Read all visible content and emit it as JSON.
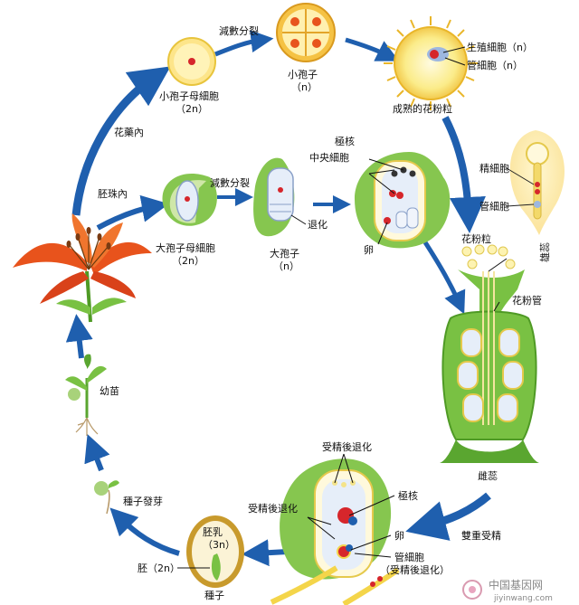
{
  "labels": {
    "meiosis_top": "減數分裂",
    "microspore_mother": "小孢子母細胞",
    "microspore_mother_ploidy": "（2n）",
    "microspore": "小孢子",
    "microspore_ploidy": "（n）",
    "generative_cell": "生殖細胞（n）",
    "tube_cell_top": "管細胞（n）",
    "mature_pollen": "成熟的花粉粒",
    "in_anther": "花藥內",
    "in_ovule": "胚珠內",
    "meiosis_mid": "減數分裂",
    "megaspore_mother": "大孢子母細胞",
    "megaspore_mother_ploidy": "（2n）",
    "megaspore": "大孢子",
    "megaspore_ploidy": "（n）",
    "degenerate_mid": "退化",
    "polar_nuclei_top": "極核",
    "central_cell": "中央細胞",
    "egg_mid": "卵",
    "sperm_cell": "精細胞",
    "tube_cell_right": "管細胞",
    "pollen_grain": "花粉粒",
    "stamen": "雄蕊",
    "pollen_tube": "花粉管",
    "pistil": "雌蕊",
    "seedling": "幼苗",
    "seed_germination": "種子發芽",
    "double_fertilization": "雙重受精",
    "degenerate_after_fert_top": "受精後退化",
    "degenerate_after_fert_left": "受精後退化",
    "polar_nuclei_bottom": "極核",
    "egg_bottom": "卵",
    "tube_cell_bottom": "管細胞",
    "tube_cell_bottom_note": "（受精後退化）",
    "endosperm": "胚乳",
    "endosperm_ploidy": "（3n）",
    "embryo": "胚（2n）",
    "seed": "種子"
  },
  "watermark": {
    "brand": "中国基因网",
    "url": "jiyinwang.com"
  },
  "colors": {
    "arrow_blue": "#1f5fae",
    "plant_green": "#79c143",
    "cell_pale": "#e6eef9",
    "pollen_yellow": "#f7e16a",
    "flower_orange": "#e8531c",
    "nucleus_red": "#d6262b"
  }
}
